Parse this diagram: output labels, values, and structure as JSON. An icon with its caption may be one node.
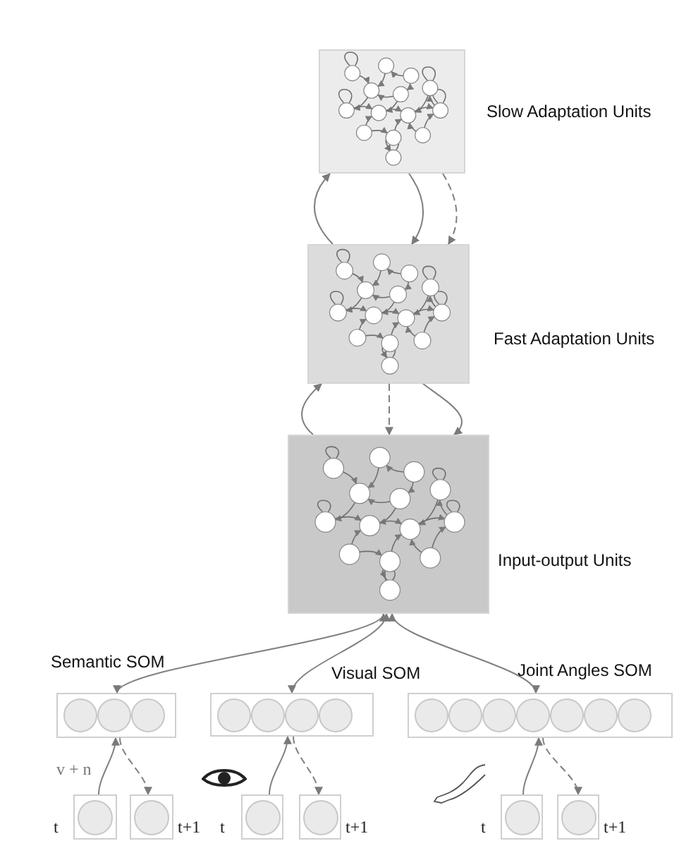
{
  "diagram": {
    "nodes": [
      {
        "text": [
          "Slow Adaptation Units"
        ]
      },
      {
        "text": [
          "Fast Adaptation Units"
        ]
      },
      {
        "text": [
          "Input-output Units"
        ]
      },
      {
        "text": [
          "Semantic SOM"
        ]
      },
      {
        "text": [
          "Visual SOM"
        ]
      },
      {
        "text": [
          "Joint Angles SOM"
        ]
      },
      {
        "text": [],
        "shape": "box",
        "beside": [
          "t"
        ]
      },
      {
        "text": [],
        "shape": "box",
        "beside": [
          "t+1"
        ]
      },
      {
        "text": [],
        "shape": "box",
        "beside": [
          "t"
        ]
      },
      {
        "text": [],
        "shape": "box",
        "beside": [
          "t+1"
        ]
      },
      {
        "text": [],
        "shape": "box",
        "beside": [
          "t"
        ]
      },
      {
        "text": [],
        "shape": "box",
        "beside": [
          "t+1"
        ]
      }
    ],
    "edges": [
      {
        "from": 1,
        "to": 0,
        "arrow": "to"
      },
      {
        "from": 0,
        "to": 1,
        "arrow": "to"
      },
      {
        "from": 0,
        "to": 1,
        "arrow": "to",
        "style": "dashed"
      },
      {
        "from": 2,
        "to": 1,
        "arrow": "to"
      },
      {
        "from": 1,
        "to": 2,
        "arrow": "to"
      },
      {
        "from": 1,
        "to": 2,
        "arrow": "to",
        "style": "dashed"
      },
      {
        "from": 2,
        "to": 3,
        "arrow": "both"
      },
      {
        "from": 2,
        "to": 4,
        "arrow": "both"
      },
      {
        "from": 2,
        "to": 5,
        "arrow": "both"
      },
      {
        "from": 6,
        "to": 3,
        "arrow": "to"
      },
      {
        "from": 3,
        "to": 7,
        "arrow": "to",
        "style": "dashed"
      },
      {
        "from": 8,
        "to": 4,
        "arrow": "to"
      },
      {
        "from": 4,
        "to": 9,
        "arrow": "to",
        "style": "dashed"
      },
      {
        "from": 10,
        "to": 5,
        "arrow": "to"
      },
      {
        "from": 5,
        "to": 11,
        "arrow": "to",
        "style": "dashed"
      }
    ],
    "labels": [
      "v + n"
    ]
  }
}
